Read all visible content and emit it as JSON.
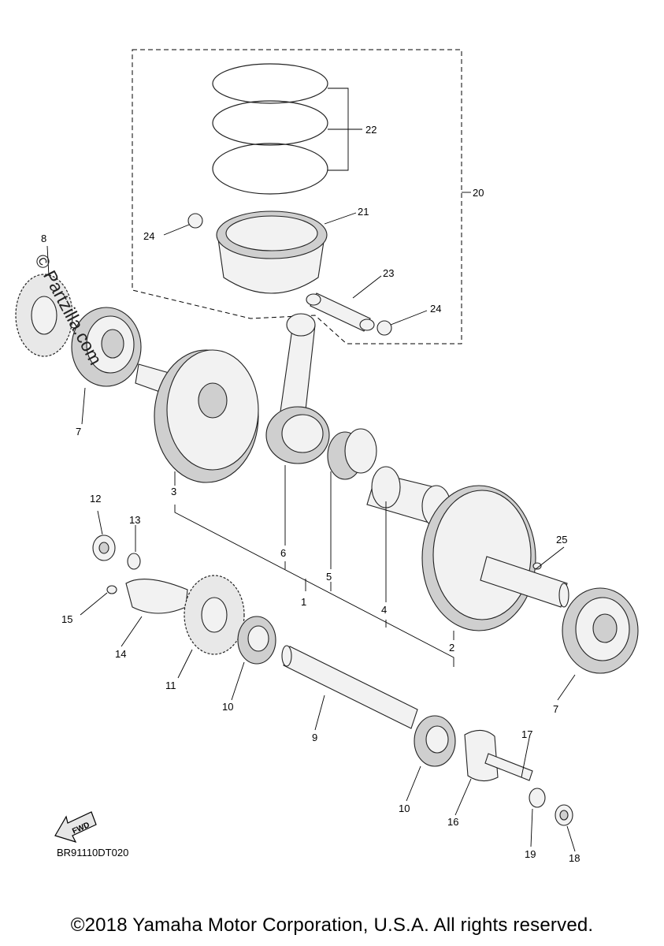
{
  "watermark": "© Partzilla.com",
  "diagram_code": "BR91110DT020",
  "fwd_label": "FWD",
  "copyright": "©2018 Yamaha Motor Corporation, U.S.A. All rights reserved.",
  "callouts": {
    "c1": "1",
    "c2": "2",
    "c3": "3",
    "c4": "4",
    "c5": "5",
    "c6": "6",
    "c7a": "7",
    "c7b": "7",
    "c8": "8",
    "c9": "9",
    "c10a": "10",
    "c10b": "10",
    "c11": "11",
    "c12": "12",
    "c13": "13",
    "c14": "14",
    "c15": "15",
    "c16": "16",
    "c17": "17",
    "c18": "18",
    "c19": "19",
    "c20": "20",
    "c21": "21",
    "c22": "22",
    "c23": "23",
    "c24a": "24",
    "c24b": "24",
    "c25": "25"
  }
}
